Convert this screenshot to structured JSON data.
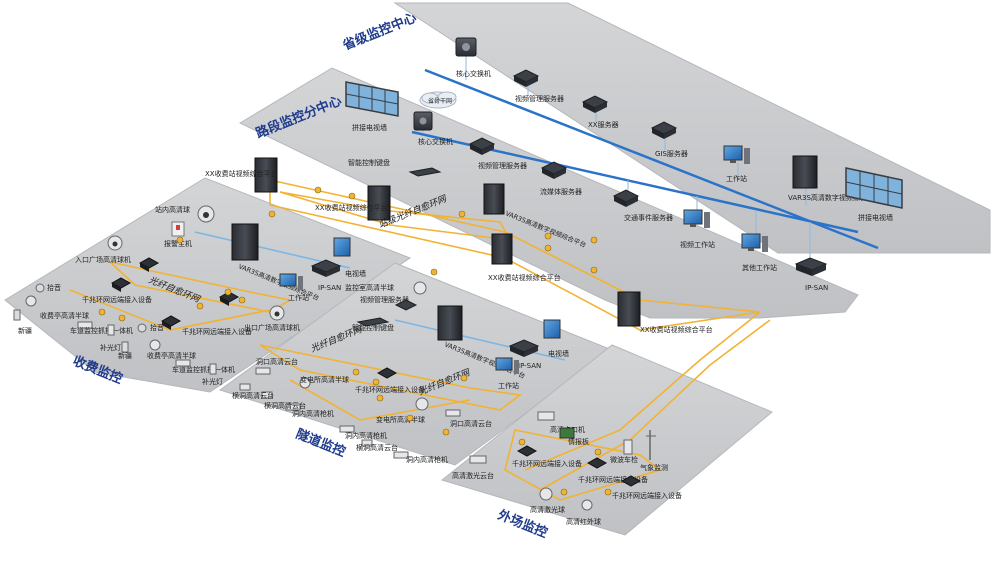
{
  "zones": {
    "province": "省级监控中心",
    "segment": "路段监控分中心",
    "toll": "收费监控",
    "tunnel": "隧道监控",
    "field": "外场监控"
  },
  "colors": {
    "platform": "#c9cbcd",
    "platform_edge": "#b7b9bb",
    "backbone": "#2b73c9",
    "fiber": "#f2b233",
    "link": "#6aaee0",
    "zone_text": "#1f3b8c"
  },
  "icons": {
    "switch": "core-switch-icon",
    "server": "server-icon",
    "workstation": "workstation-icon",
    "video_wall": "video-wall-icon",
    "rack": "rack-icon",
    "camera": "camera-icon",
    "dome": "dome-camera-icon",
    "access": "access-device-icon"
  },
  "province": {
    "core_switch": "核心交换机",
    "vms": "视频管理服务器",
    "xx_server": "XX服务器",
    "gis": "GIS服务器",
    "workstation": "工作站",
    "var_platform": "VAR3S高清数字视频综合平台",
    "video_wall": "拼接电视墙"
  },
  "cloud": "省骨干网",
  "segment": {
    "video_wall": "拼接电视墙",
    "core_switch": "核心交换机",
    "keyboard": "智能控制键盘",
    "vms": "视频管理服务器",
    "media": "流媒体服务器",
    "event": "交通事件服务器",
    "video_ws": "视频工作站",
    "other_ws": "其他工作站",
    "ipsan": "IP-SAN",
    "rack_label": "VAR3S高清数字视频综合平台"
  },
  "stations": {
    "st1": "XX收费站视频综合平台",
    "st2": "XX收费站视频综合平台",
    "st3": "XX收费站视频综合平台",
    "st4": "XX收费站视频综合平台"
  },
  "ring_main": "站级光纤自愈环网",
  "toll": {
    "plaza_dome": "站内高清球",
    "alarm": "报警主机",
    "entry_dome": "入口广场高清球机",
    "pickup": "拾音",
    "lane_dome": "收费亭高清半球",
    "plate": "车道监控抓拍一体机",
    "fill": "补光灯",
    "spike": "新疆",
    "access": "千兆环网远端接入设备",
    "pickup2": "拾音",
    "lane_dome2": "收费亭高清半球",
    "plate2": "车道监控抓拍一体机",
    "fill2": "补光灯",
    "spike2": "新疆",
    "exit_dome": "出口广场高清球机",
    "ws": "工作站",
    "ipsan": "IP-SAN",
    "tv": "电视墙",
    "ring": "光纤自愈环网",
    "rack_label": "VAR3S高清数字视频综合平台"
  },
  "tunnel": {
    "dome": "监控室高清半球",
    "keyboard": "智能控制键盘",
    "vms": "视频管理服务器",
    "tv": "电视墙",
    "ipsan": "IP-SAN",
    "ws": "工作站",
    "ring": "光纤自愈环网",
    "ring2": "光纤自愈环网",
    "rack_label": "VAR3S高清数字视频综合平台",
    "cam1": "洞口高清云台",
    "cam2": "变电所高清半球",
    "cam3": "千兆环网远端接入设备",
    "cam4": "洞内高清枪机",
    "cam5": "横洞高清云台",
    "cam6": "变电所高清半球",
    "cam7": "洞口高清云台",
    "cam8": "洞内高清枪机",
    "cam9": "横洞高清云台",
    "cam10": "洞内高清枪机",
    "cam11": "横洞高清云台"
  },
  "field": {
    "checkpoint": "高清卡口机",
    "board": "情报板",
    "access1": "千兆环网远端接入设备",
    "speed": "微波车检",
    "weather": "气象监测",
    "ptz": "高清激光云台",
    "access2": "千兆环网远端接入设备",
    "access3": "千兆环网远端接入设备",
    "laser_dome": "高清激光球",
    "ir_dome": "高清红外球"
  }
}
